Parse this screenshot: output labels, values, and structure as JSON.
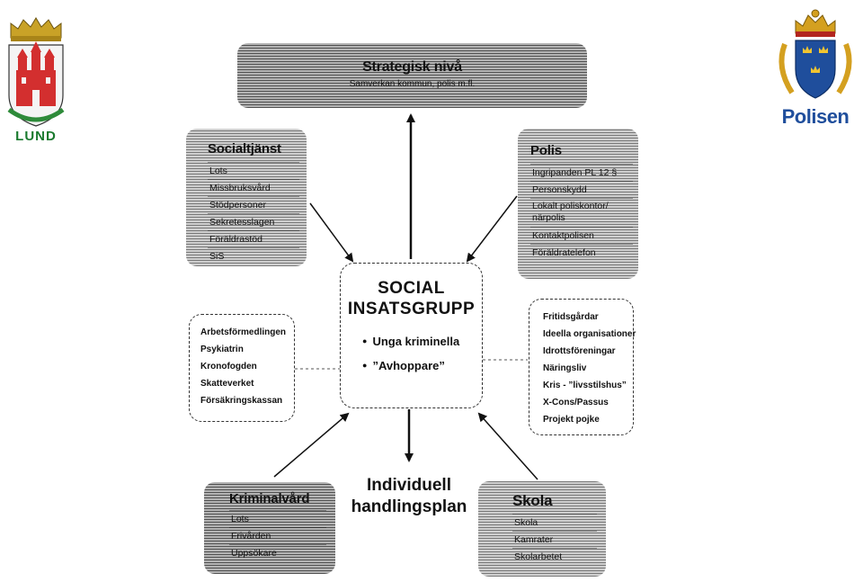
{
  "logos": {
    "lund": {
      "text": "LUND",
      "castle_color": "#d32f2f",
      "crown_color": "#c9a227",
      "ribbon_color": "#2e8b3a",
      "text_color": "#1a7a2e"
    },
    "polisen": {
      "text": "Polisen",
      "text_color": "#1f4e9c",
      "crown_color": "#d4a020",
      "shield_color": "#1f4e9c"
    }
  },
  "strategic": {
    "title": "Strategisk nivå",
    "subtitle": "Samverkan kommun, polis m.fl."
  },
  "socialtjanst": {
    "title": "Socialtjänst",
    "items": [
      "Lots",
      "Missbruksvård",
      "Stödpersoner",
      "Sekretesslagen",
      "Föräldrastöd",
      "SiS"
    ]
  },
  "polis": {
    "title": "Polis",
    "items": [
      "Ingripanden PL 12 §",
      "Personskydd",
      "Lokalt poliskontor/ närpolis",
      "Kontaktpolisen",
      "Föräldratelefon"
    ]
  },
  "center": {
    "title_line1": "SOCIAL",
    "title_line2": "INSATSGRUPP",
    "bullets": [
      "Unga kriminella",
      "”Avhoppare”"
    ]
  },
  "left_partners": [
    "Arbetsförmedlingen",
    "Psykiatrin",
    "Kronofogden",
    "Skatteverket",
    "Försäkringskassan"
  ],
  "right_partners": [
    "Fritidsgårdar",
    "Ideella organisationer",
    "Idrottsföreningar",
    "Näringsliv",
    "Kris - ”livsstilshus”",
    "X-Cons/Passus",
    "Projekt pojke"
  ],
  "plan": {
    "line1": "Individuell",
    "line2": "handlingsplan"
  },
  "kriminalvard": {
    "title": "Kriminalvård",
    "items": [
      "Lots",
      "Frivården",
      "Uppsökare"
    ]
  },
  "skola": {
    "title": "Skola",
    "items": [
      "Skola",
      "Kamrater",
      "Skolarbetet"
    ]
  }
}
